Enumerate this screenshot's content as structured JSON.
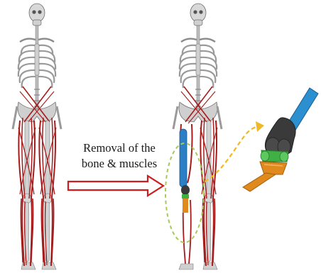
{
  "figure": {
    "caption_line1": "Removal of the",
    "caption_line2": "bone & muscles",
    "colors": {
      "bone": "#d2d2d2",
      "bone_outline": "#7a7a7a",
      "muscle": "#a51c1c",
      "arrow": "#d01c1c",
      "prosthesis_socket": "#2b7fc4",
      "prosthesis_joint": "#3a3a3a",
      "prosthesis_green": "#3fb044",
      "prosthesis_orange": "#e08a1e",
      "highlight_ellipse": "#a8c95a",
      "dashed_arrow": "#f0b822"
    },
    "icons": [
      "full-musculoskeletal-model",
      "amputated-model",
      "knee-prosthesis-closeup"
    ]
  }
}
